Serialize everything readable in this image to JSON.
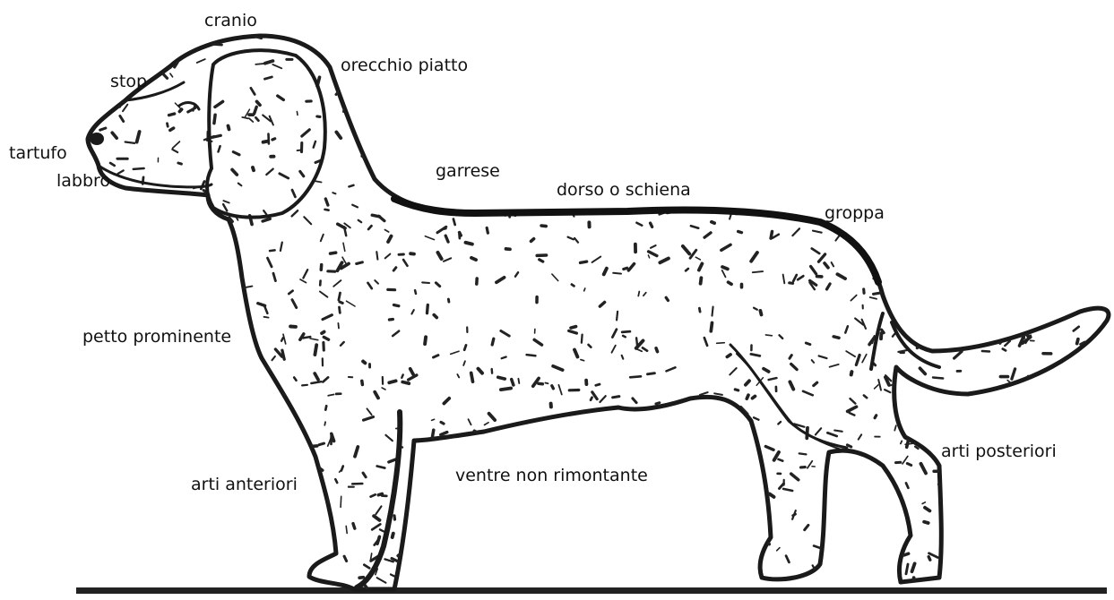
{
  "labels": {
    "cranio": "cranio",
    "stop": "stop",
    "orecchio_piatto": "orecchio piatto",
    "tartufo": "tartufo",
    "labbro": "labbro",
    "garrese": "garrese",
    "dorso": "dorso o schiena",
    "groppa": "groppa",
    "petto": "petto prominente",
    "arti_anteriori": "arti anteriori",
    "ventre": "ventre non rimontante",
    "arti_posteriori": "arti posteriori"
  },
  "colors": {
    "outline": "#1a1a1a",
    "fur_marks": "#222222",
    "ground": "#222222",
    "background": "#ffffff"
  }
}
